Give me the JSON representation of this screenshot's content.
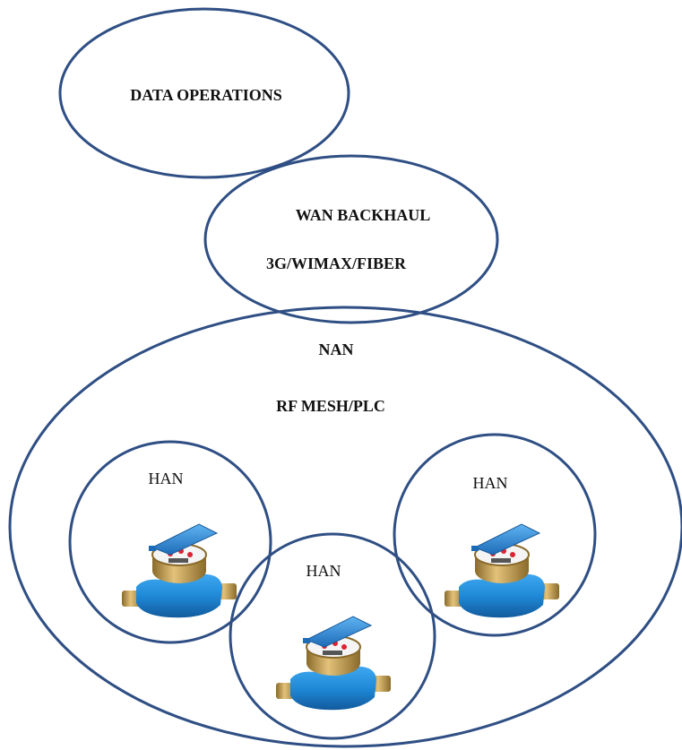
{
  "diagram": {
    "data_operations": {
      "label": "DATA OPERATIONS"
    },
    "wan": {
      "label": "WAN BACKHAUL",
      "tech": "3G/WIMAX/FIBER"
    },
    "nan": {
      "label": "NAN",
      "tech": "RF MESH/PLC"
    },
    "han_left": {
      "label": "HAN"
    },
    "han_center": {
      "label": "HAN"
    },
    "han_right": {
      "label": "HAN"
    }
  },
  "colors": {
    "outline": "#2f4f84",
    "meter_body": "#1f8ad8",
    "meter_brass": "#c9a24a",
    "meter_cap": "#2a79c8"
  },
  "icons": [
    "water-meter-icon"
  ]
}
